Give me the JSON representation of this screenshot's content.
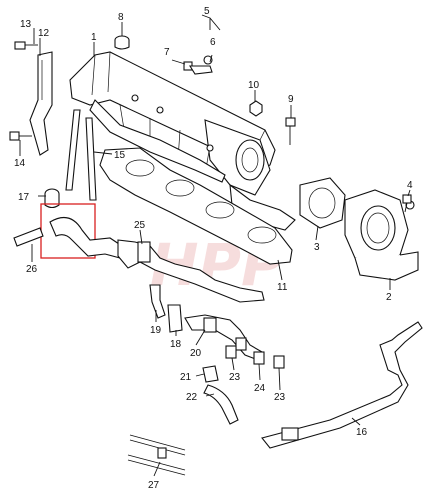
{
  "watermark": "HPP",
  "parts": [
    {
      "id": "p13",
      "label": "13"
    },
    {
      "id": "p12",
      "label": "12"
    },
    {
      "id": "p1",
      "label": "1"
    },
    {
      "id": "p8",
      "label": "8"
    },
    {
      "id": "p5",
      "label": "5"
    },
    {
      "id": "p7",
      "label": "7"
    },
    {
      "id": "p6",
      "label": "6"
    },
    {
      "id": "p10",
      "label": "10"
    },
    {
      "id": "p9",
      "label": "9"
    },
    {
      "id": "p14",
      "label": "14"
    },
    {
      "id": "p15",
      "label": "15"
    },
    {
      "id": "p17",
      "label": "17"
    },
    {
      "id": "p4",
      "label": "4"
    },
    {
      "id": "p25",
      "label": "25"
    },
    {
      "id": "p26",
      "label": "26"
    },
    {
      "id": "p3",
      "label": "3"
    },
    {
      "id": "p11",
      "label": "11"
    },
    {
      "id": "p2",
      "label": "2"
    },
    {
      "id": "p19",
      "label": "19"
    },
    {
      "id": "p18",
      "label": "18"
    },
    {
      "id": "p20",
      "label": "20"
    },
    {
      "id": "p21",
      "label": "21"
    },
    {
      "id": "p23a",
      "label": "23"
    },
    {
      "id": "p24",
      "label": "24"
    },
    {
      "id": "p23b",
      "label": "23"
    },
    {
      "id": "p22",
      "label": "22"
    },
    {
      "id": "p16",
      "label": "16"
    },
    {
      "id": "p27",
      "label": "27"
    }
  ]
}
